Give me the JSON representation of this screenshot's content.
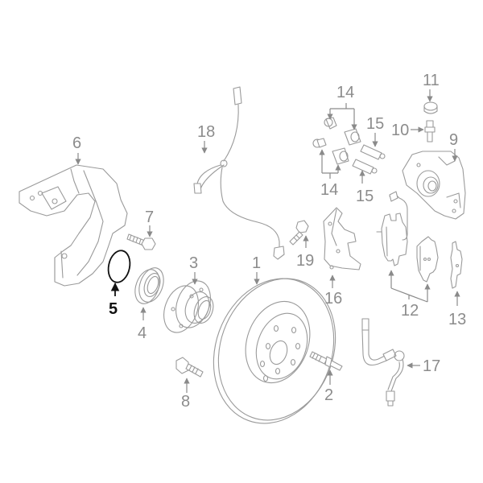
{
  "diagram": {
    "type": "exploded-parts-diagram",
    "subject": "front brake assembly",
    "highlighted_part": "5",
    "colors": {
      "background": "#ffffff",
      "part_lines": "#9a9a9a",
      "labels": "#8c8c8c",
      "highlight": "#111111"
    },
    "callouts": [
      {
        "id": "1",
        "label": "1",
        "part": "brake-rotor"
      },
      {
        "id": "2",
        "label": "2",
        "part": "wheel-stud"
      },
      {
        "id": "3",
        "label": "3",
        "part": "wheel-hub"
      },
      {
        "id": "4",
        "label": "4",
        "part": "wheel-bearing"
      },
      {
        "id": "5",
        "label": "5",
        "part": "snap-ring",
        "highlighted": true
      },
      {
        "id": "6",
        "label": "6",
        "part": "splash-shield"
      },
      {
        "id": "7",
        "label": "7",
        "part": "shield-bolt"
      },
      {
        "id": "8",
        "label": "8",
        "part": "hub-bolt"
      },
      {
        "id": "9",
        "label": "9",
        "part": "brake-caliper"
      },
      {
        "id": "10",
        "label": "10",
        "part": "bleeder-screw"
      },
      {
        "id": "11",
        "label": "11",
        "part": "bleeder-cap"
      },
      {
        "id": "12",
        "label": "12",
        "part": "brake-pads"
      },
      {
        "id": "13",
        "label": "13",
        "part": "pad-clip"
      },
      {
        "id": "14a",
        "label": "14",
        "part": "guide-bushings-upper"
      },
      {
        "id": "14b",
        "label": "14",
        "part": "guide-bushings-lower"
      },
      {
        "id": "15a",
        "label": "15",
        "part": "guide-pin-upper"
      },
      {
        "id": "15b",
        "label": "15",
        "part": "guide-pin-lower"
      },
      {
        "id": "16",
        "label": "16",
        "part": "caliper-bracket"
      },
      {
        "id": "17",
        "label": "17",
        "part": "brake-hose"
      },
      {
        "id": "18",
        "label": "18",
        "part": "abs-sensor"
      },
      {
        "id": "19",
        "label": "19",
        "part": "sensor-bolt"
      }
    ]
  }
}
